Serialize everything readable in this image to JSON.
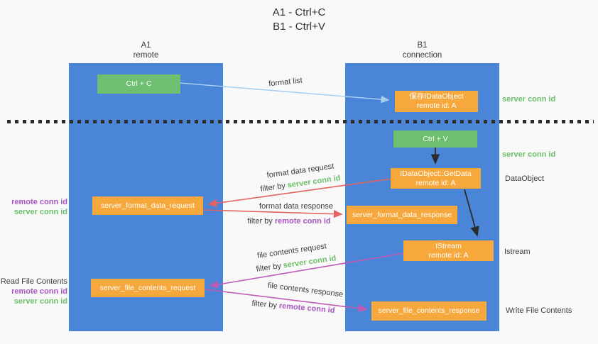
{
  "title": {
    "line1": "A1 - Ctrl+C",
    "line2": "B1 - Ctrl+V"
  },
  "lanes": {
    "left": {
      "name": "A1",
      "role": "remote"
    },
    "right": {
      "name": "B1",
      "role": "connection"
    }
  },
  "nodes": {
    "ctrl_c": {
      "label": "Ctrl + C"
    },
    "save_idataobject": {
      "line1": "保存IDataObject",
      "line2": "remote id: A"
    },
    "ctrl_v": {
      "label": "Ctrl + V"
    },
    "idataobject_getdata": {
      "line1": "IDataObject::GetData",
      "line2": "remote id: A"
    },
    "server_format_data_request": {
      "label": "server_format_data_request"
    },
    "server_format_data_response": {
      "label": "server_format_data_response"
    },
    "istream": {
      "line1": "IStream",
      "line2": "remote id: A"
    },
    "server_file_contents_request": {
      "label": "server_file_contents_request"
    },
    "server_file_contents_response": {
      "label": "server_file_contents_response"
    }
  },
  "annotations": {
    "format_list": "format list",
    "format_data_request": "format data request",
    "format_data_response": "format data response",
    "file_contents_request": "file contents request",
    "file_contents_response": "file contents response",
    "filter_by": "filter by",
    "server_conn_id": "server conn id",
    "remote_conn_id": "remote conn id"
  },
  "side_labels": {
    "server_conn_id_top": "server conn id",
    "server_conn_id_mid": "server conn id",
    "data_object": "DataObject",
    "istream": "Istream",
    "write_file_contents": "Write File Contents",
    "read_file_contents": "Read File Contents",
    "remote_conn_id": "remote conn id",
    "server_conn_id": "server conn id"
  },
  "colors": {
    "lane_blue": "#4b85d7",
    "box_green": "#6ebf70",
    "box_orange": "#f7a83d",
    "text_green": "#6dbf6a",
    "text_purple": "#a855c0",
    "arrow_blue": "#a5cdf0",
    "arrow_red": "#e2635f",
    "arrow_magenta": "#c05ab5",
    "arrow_black": "#2b2b2b"
  }
}
